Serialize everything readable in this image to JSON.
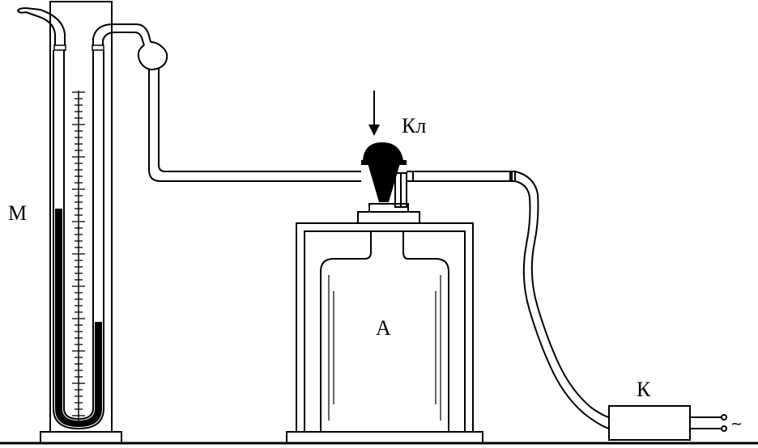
{
  "labels": {
    "manometer": "М",
    "valve": "Кл",
    "vessel": "А",
    "compressor": "К",
    "ac_symbol": "~"
  },
  "colors": {
    "line": "#000000",
    "background": "#ffffff",
    "liquid": "#000000"
  },
  "manometer": {
    "left_column_top_fraction": 0.0,
    "right_column_top_fraction": 0.0
  }
}
